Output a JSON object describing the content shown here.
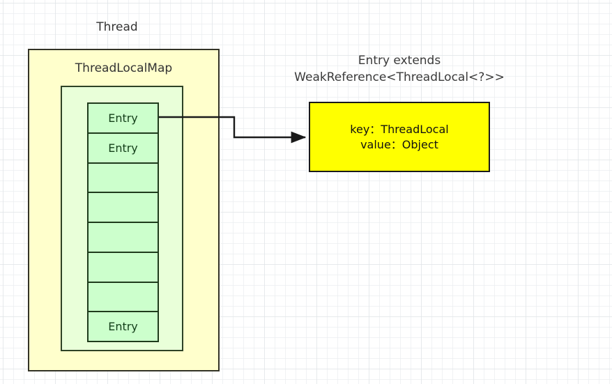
{
  "diagram": {
    "title_thread": "Thread",
    "title_threadlocalmap": "ThreadLocalMap",
    "entry_extends_line1": "Entry extends",
    "entry_extends_line2": "WeakReference<ThreadLocal<?>>",
    "entry_table": {
      "rows": [
        {
          "label": "Entry",
          "filled": true
        },
        {
          "label": "Entry",
          "filled": true
        },
        {
          "label": "",
          "filled": false
        },
        {
          "label": "",
          "filled": false
        },
        {
          "label": "",
          "filled": false
        },
        {
          "label": "",
          "filled": false
        },
        {
          "label": "",
          "filled": false
        },
        {
          "label": "Entry",
          "filled": true
        }
      ]
    },
    "entry_detail": {
      "key_line": "key：ThreadLocal",
      "value_line": "value：Object"
    },
    "colors": {
      "thread_fill": "#ffffcc",
      "threadlocalmap_fill": "#e9ffd9",
      "entry_fill": "#ccffcc",
      "entry_detail_fill": "#ffff00",
      "border_dark": "#1f3a1c",
      "arrow": "#1a1a1a",
      "grid_line": "#dee2e6"
    },
    "connector": {
      "name": "entry-to-entry-detail-arrow",
      "description": "arrow from first Entry row to key/value box"
    }
  }
}
